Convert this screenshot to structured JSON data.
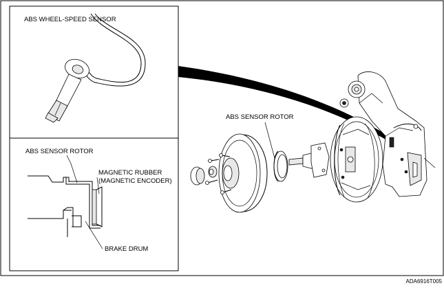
{
  "labels": {
    "wheel_speed_sensor": "ABS WHEEL-SPEED SENSOR",
    "sensor_rotor_detail": "ABS SENSOR ROTOR",
    "magnetic_rubber_line1": "MAGNETIC RUBBER",
    "magnetic_rubber_line2": "(MAGNETIC ENCODER)",
    "brake_drum": "BRAKE DRUM",
    "sensor_rotor_main": "ABS SENSOR ROTOR"
  },
  "reference_code": "ADA6916T005"
}
